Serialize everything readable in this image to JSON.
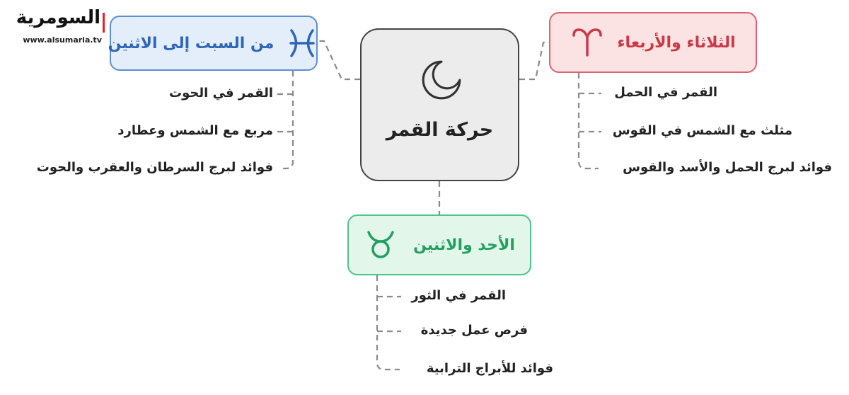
{
  "logo": {
    "name": "السومرية",
    "url": "www.alsumaria.tv"
  },
  "center": {
    "title": "حركة القمر",
    "icon": "crescent-moon-icon"
  },
  "groups": [
    {
      "title": "من السبت إلى الاثنين",
      "icon": "pisces-icon",
      "color": "#2d66b8",
      "items": [
        "القمر في الحوت",
        "مربع مع الشمس وعطارد",
        "فوائد لبرج السرطان والعقرب والحوت"
      ]
    },
    {
      "title": "الثلاثاء والأربعاء",
      "icon": "aries-icon",
      "color": "#c83a45",
      "items": [
        "القمر في الحمل",
        "مثلث مع الشمس في القوس",
        "فوائد لبرج الحمل والأسد والقوس"
      ]
    },
    {
      "title": "الأحد والاثنين",
      "icon": "taurus-icon",
      "color": "#22a060",
      "items": [
        "القمر في الثور",
        "فرص عمل جديدة",
        "فوائد للأبراج الترابية"
      ]
    }
  ]
}
